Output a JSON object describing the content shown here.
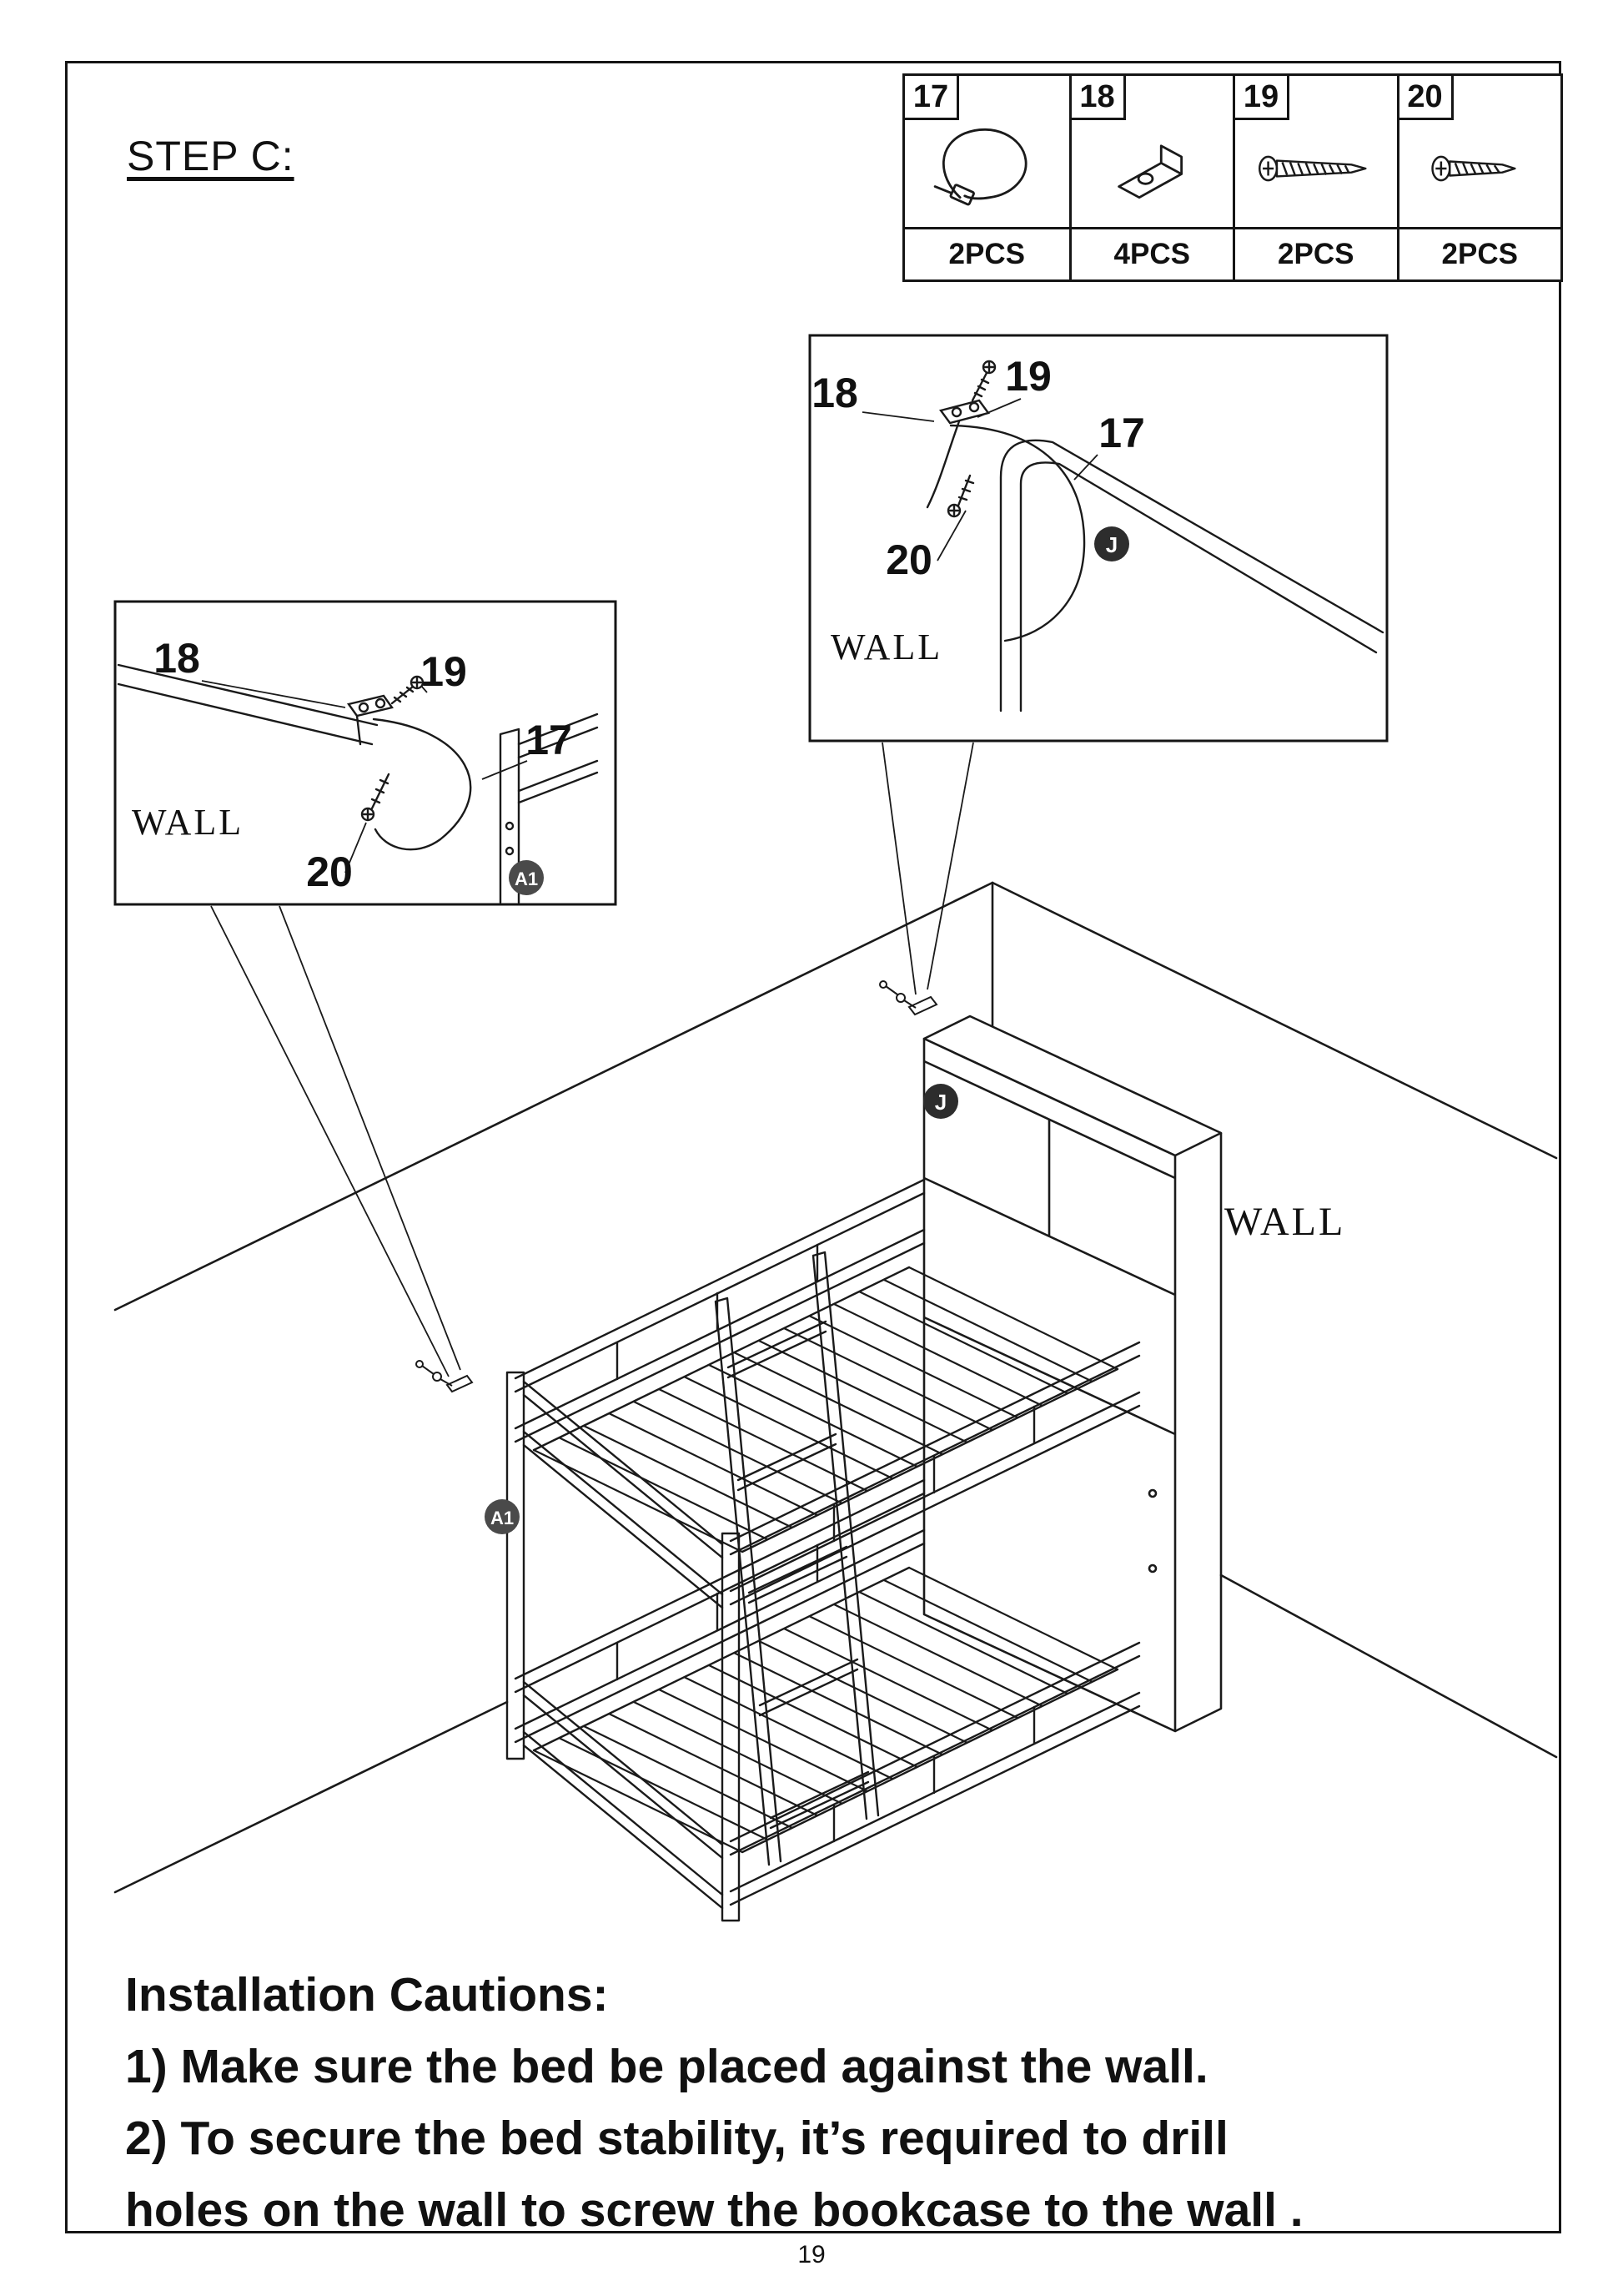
{
  "step": {
    "title": "STEP C:"
  },
  "parts_table": {
    "items": [
      {
        "number": "17",
        "qty": "2PCS",
        "icon": "cable-tie-icon"
      },
      {
        "number": "18",
        "qty": "4PCS",
        "icon": "bracket-icon"
      },
      {
        "number": "19",
        "qty": "2PCS",
        "icon": "long-screw-icon"
      },
      {
        "number": "20",
        "qty": "2PCS",
        "icon": "short-screw-icon"
      }
    ]
  },
  "callout_right": {
    "label_17": "17",
    "label_18": "18",
    "label_19": "19",
    "label_20": "20",
    "wall_label": "WALL",
    "badge": "J"
  },
  "callout_left": {
    "label_17": "17",
    "label_18": "18",
    "label_19": "19",
    "label_20": "20",
    "wall_label": "WALL",
    "badge": "A1"
  },
  "scene": {
    "wall_label": "WALL",
    "badge_j": "J",
    "badge_a1": "A1"
  },
  "cautions": {
    "title": "Installation Cautions:",
    "lines": [
      "1) Make sure the bed be placed against the wall.",
      "2) To secure the bed stability, it’s required to drill",
      "holes on the wall to screw the bookcase to the wall ."
    ]
  },
  "footer": {
    "page_number": "19"
  }
}
